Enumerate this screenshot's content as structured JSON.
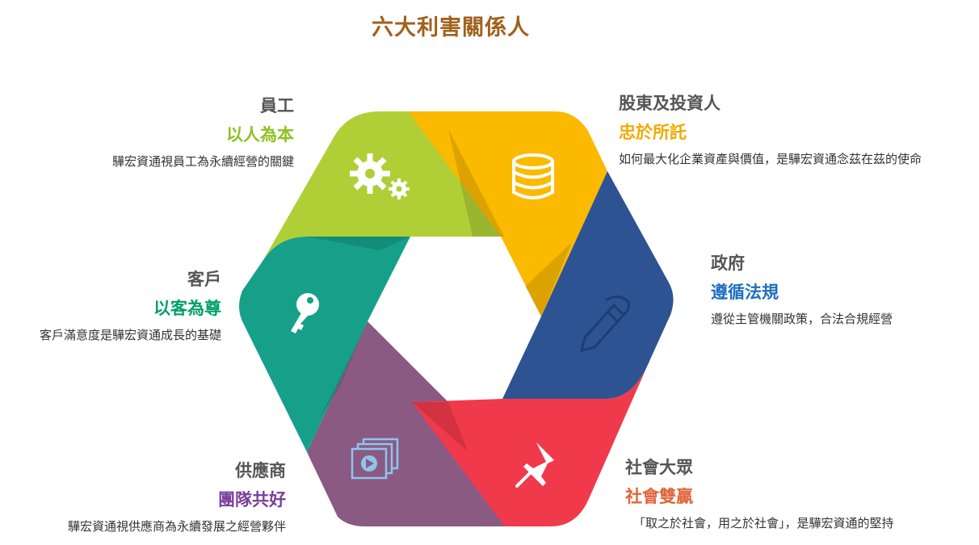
{
  "title": "六大利害關係人",
  "colors": {
    "title": "#a0611c",
    "employees": "#b0cf36",
    "shareholders": "#fbba00",
    "government": "#2e5393",
    "public": "#f03a4b",
    "suppliers": "#8a5a83",
    "customers": "#16a08a"
  },
  "stakeholders": {
    "employees": {
      "name": "員工",
      "slogan": "以人為本",
      "desc": "驊宏資通視員工為永續經營的關鍵",
      "icon": "gears-icon"
    },
    "shareholders": {
      "name": "股東及投資人",
      "slogan": "忠於所託",
      "desc": "如何最大化企業資產與價值，是驊宏資通念茲在茲的使命",
      "icon": "database-icon"
    },
    "government": {
      "name": "政府",
      "slogan": "遵循法規",
      "desc": "遵從主管機關政策，合法合規經營",
      "icon": "pencil-icon"
    },
    "public": {
      "name": "社會大眾",
      "slogan": "社會雙贏",
      "desc": "「取之於社會，用之於社會」，是驊宏資通的堅持",
      "icon": "pushpin-icon"
    },
    "suppliers": {
      "name": "供應商",
      "slogan": "團隊共好",
      "desc": "驊宏資通視供應商為永續發展之經營夥伴",
      "icon": "video-stack-icon"
    },
    "customers": {
      "name": "客戶",
      "slogan": "以客為尊",
      "desc": "客戶滿意度是驊宏資通成長的基礎",
      "icon": "key-icon"
    }
  }
}
